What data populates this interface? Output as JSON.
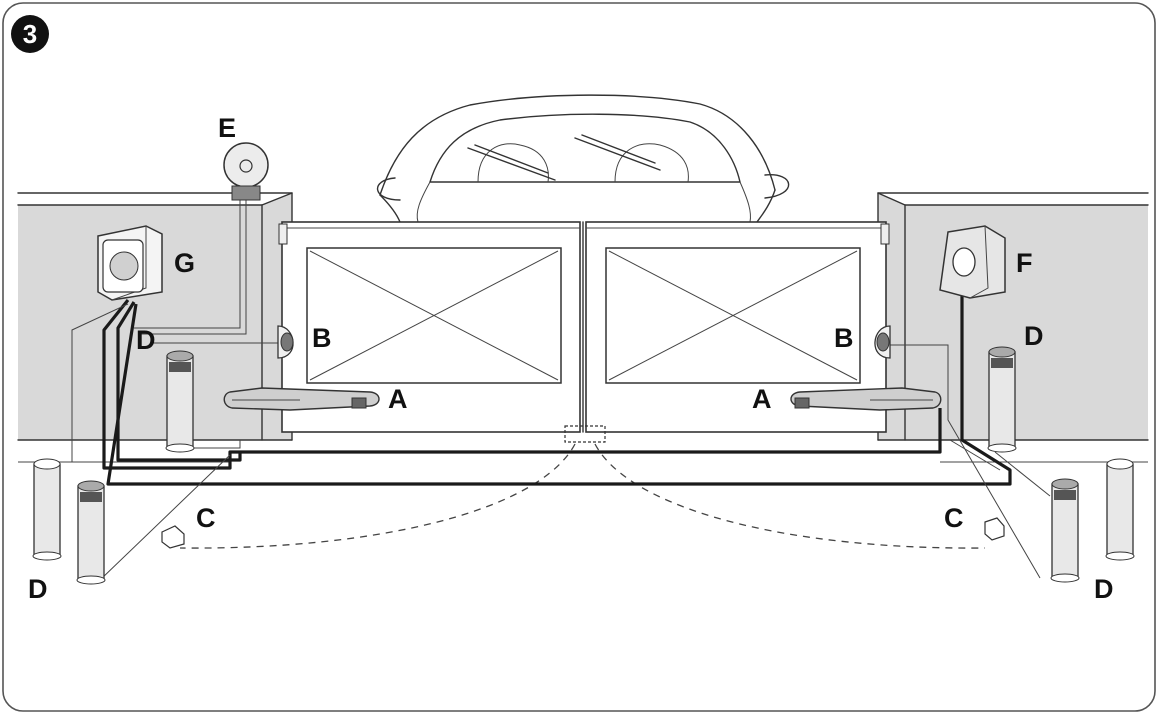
{
  "figure": {
    "number": "3",
    "colors": {
      "wall_fill": "#d9d9d9",
      "line": "#333333",
      "cable": "#1a1a1a",
      "badge": "#111111"
    }
  },
  "labels": {
    "A": "A",
    "B": "B",
    "C": "C",
    "D": "D",
    "E": "E",
    "F": "F",
    "G": "G"
  }
}
